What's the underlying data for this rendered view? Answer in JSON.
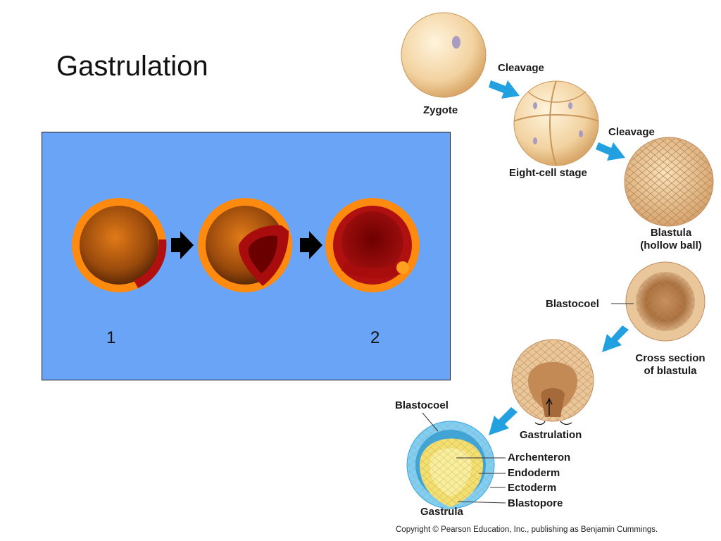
{
  "slide": {
    "title": "Gastrulation"
  },
  "animation_panel": {
    "stage_numbers": [
      "1",
      "2"
    ]
  },
  "development_diagram": {
    "cleavage_label_1": "Cleavage",
    "zygote_label": "Zygote",
    "eight_cell_label": "Eight-cell stage",
    "cleavage_label_2": "Cleavage",
    "blastula_label_line1": "Blastula",
    "blastula_label_line2": "(hollow ball)",
    "blastocoel_label_1": "Blastocoel",
    "cross_section_line1": "Cross section",
    "cross_section_line2": "of blastula",
    "blastocoel_label_2": "Blastocoel",
    "gastrulation_label": "Gastrulation",
    "archenteron_label": "Archenteron",
    "endoderm_label": "Endoderm",
    "ectoderm_label": "Ectoderm",
    "blastopore_label": "Blastopore",
    "gastrula_label": "Gastrula",
    "copyright": "Copyright © Pearson Education, Inc., publishing as Benjamin Cummings."
  },
  "colors": {
    "panel_background": "#6aa4f6",
    "embryo_outer": "#ff8a10",
    "embryo_inner": "#b85e10",
    "invagination": "#b01010",
    "arrow_blue": "#23a0e0"
  }
}
